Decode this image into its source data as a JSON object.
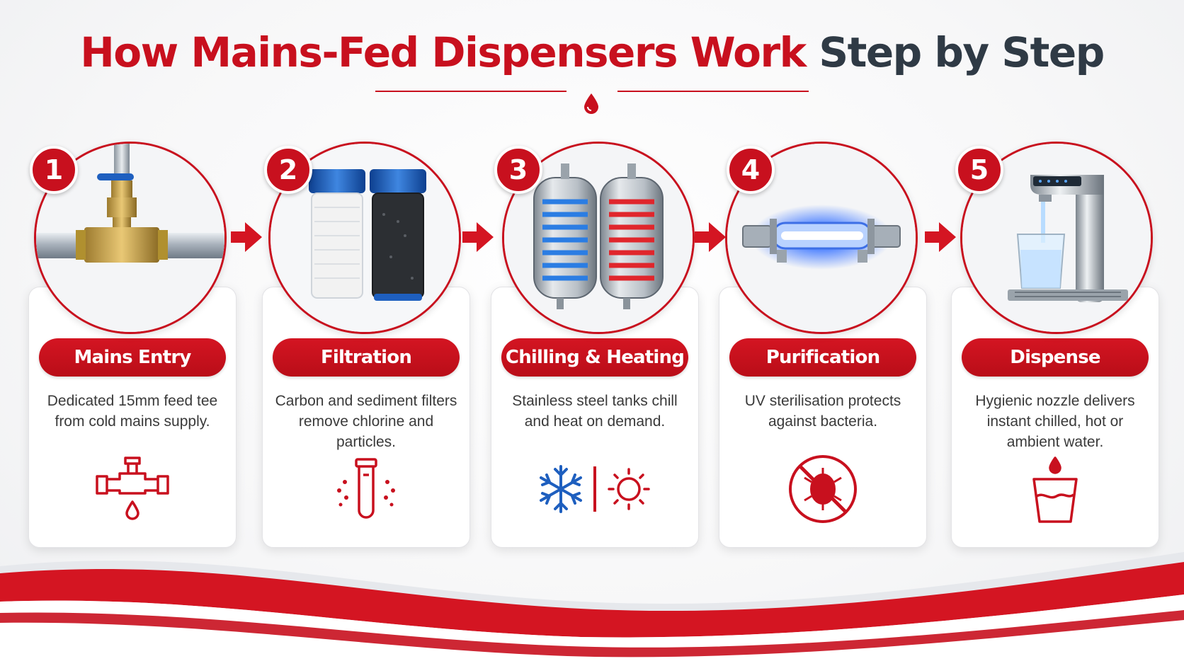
{
  "title": {
    "part_red": "How Mains-Fed Dispensers Work",
    "part_dark": "Step by Step"
  },
  "colors": {
    "accent": "#c8101e",
    "dark": "#2f3a45",
    "chill": "#1e5fbf"
  },
  "steps": [
    {
      "number": "1",
      "title": "Mains Entry",
      "description": "Dedicated 15mm feed tee from cold mains supply.",
      "icon": "pipe-tee-drip-icon"
    },
    {
      "number": "2",
      "title": "Filtration",
      "description": "Carbon and sediment filters remove chlorine and particles.",
      "icon": "filter-cartridge-icon"
    },
    {
      "number": "3",
      "title": "Chilling & Heating",
      "description": "Stainless steel tanks chill and heat on demand.",
      "icons": [
        "snowflake-icon",
        "sun-icon"
      ]
    },
    {
      "number": "4",
      "title": "Purification",
      "description": "UV sterilisation protects against bacteria.",
      "icon": "no-bacteria-icon"
    },
    {
      "number": "5",
      "title": "Dispense",
      "description": "Hygienic nozzle delivers instant chilled, hot or ambient water.",
      "icon": "glass-drop-icon"
    }
  ]
}
